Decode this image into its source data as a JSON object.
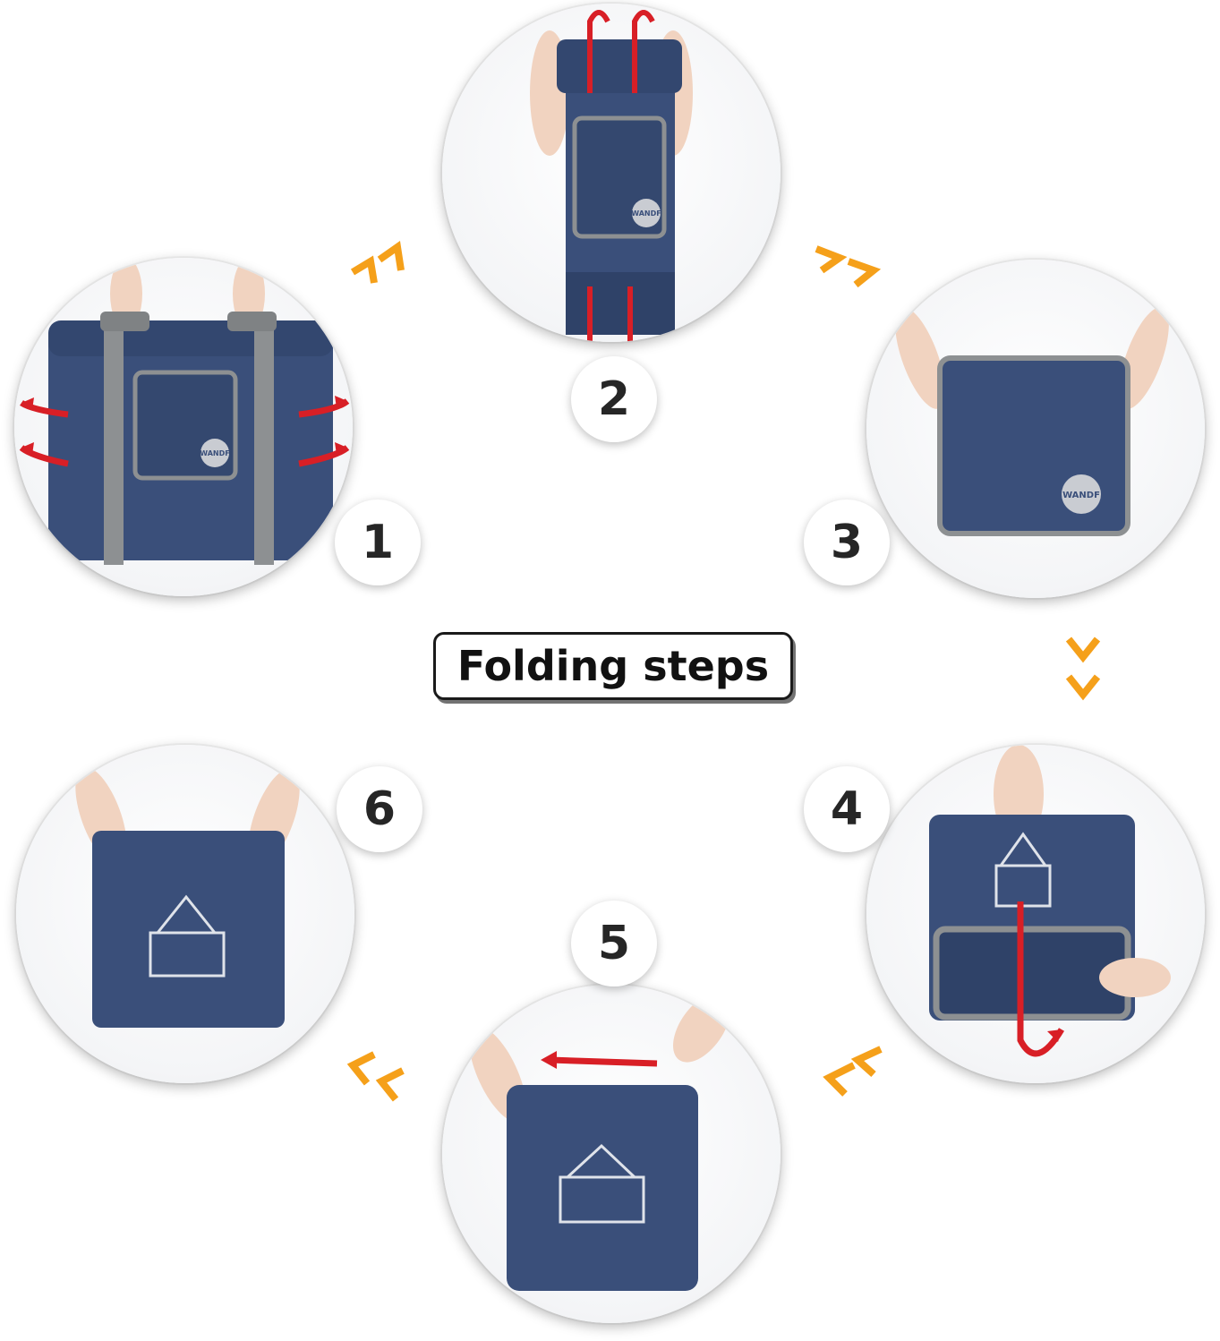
{
  "title": "Folding steps",
  "steps": [
    {
      "number": "1"
    },
    {
      "number": "2"
    },
    {
      "number": "3"
    },
    {
      "number": "4"
    },
    {
      "number": "5"
    },
    {
      "number": "6"
    }
  ],
  "colors": {
    "bag": "#3a4f7a",
    "bag_dark": "#2c3d63",
    "strap": "#8d9092",
    "arrow_red": "#d81f26",
    "chevron_orange": "#f5a01a",
    "badge_text": "#262626"
  },
  "logo_text": "WANDF"
}
